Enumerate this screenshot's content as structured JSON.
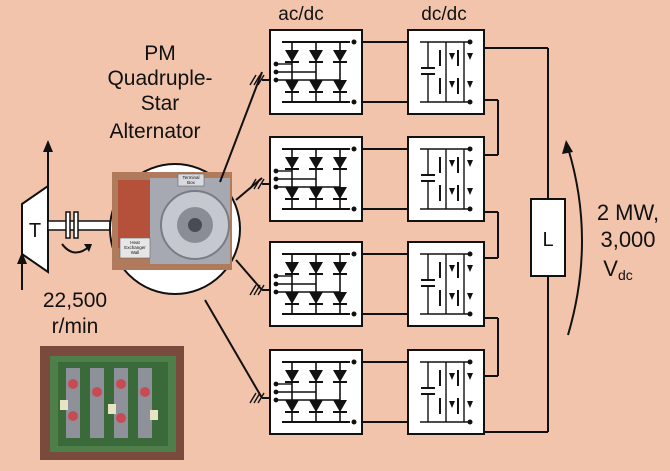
{
  "labels": {
    "acdc_header": "ac/dc",
    "dcdc_header": "dc/dc",
    "alternator_title": [
      "PM",
      "Quadruple-",
      "Star",
      "Alternator"
    ],
    "turbine": "T",
    "speed": [
      "22,500",
      "r/min"
    ],
    "inductor": "L",
    "output": [
      "2 MW,",
      "3,000"
    ],
    "output_unit_base": "V",
    "output_unit_sub": "dc",
    "terminal_box": [
      "Terminal",
      "Box"
    ],
    "heat_exchanger": [
      "Heat",
      "Exchanger",
      "Wall"
    ]
  },
  "colors": {
    "background": "#f2c4ac",
    "box_fill": "#ffffff",
    "line": "#111111",
    "photo_metal": "#9a9aa2",
    "photo_copper": "#b5503a",
    "photo_board": "#4e7f4a"
  },
  "converter_rows": 4
}
